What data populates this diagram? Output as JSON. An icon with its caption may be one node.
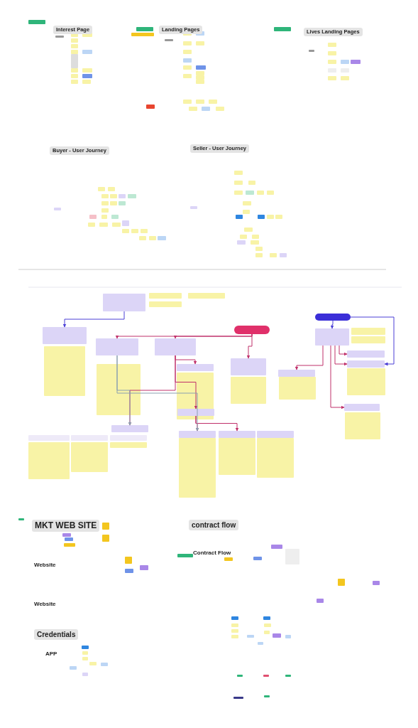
{
  "diagram": {
    "nodes": [
      {
        "text": [
          "Interest Page"
        ]
      },
      {
        "text": [
          "Landing Pages"
        ]
      },
      {
        "text": [
          "Lives Landing Pages"
        ]
      },
      {
        "text": [
          "Buyer - User Journey"
        ]
      },
      {
        "text": [
          "Seller - User Journey"
        ]
      },
      {
        "text": [],
        "shape": "box"
      },
      {
        "text": [],
        "shape": "box"
      },
      {
        "text": [],
        "shape": "box"
      },
      {
        "text": [],
        "shape": "box"
      },
      {
        "text": [],
        "shape": "box"
      },
      {
        "text": [],
        "shape": "box"
      },
      {
        "text": [],
        "shape": "box"
      },
      {
        "text": [],
        "shape": "box"
      },
      {
        "text": [],
        "shape": "box"
      },
      {
        "text": [],
        "shape": "box"
      },
      {
        "text": [],
        "shape": "box"
      },
      {
        "text": [],
        "shape": "box"
      },
      {
        "text": [],
        "shape": "box"
      },
      {
        "text": [],
        "shape": "box"
      },
      {
        "text": [],
        "shape": "box"
      },
      {
        "text": [],
        "shape": "box"
      },
      {
        "text": [],
        "shape": "box"
      },
      {
        "text": [],
        "shape": "box"
      },
      {
        "text": [
          "MKT WEB SITE"
        ]
      },
      {
        "text": [
          "contract flow"
        ]
      },
      {
        "text": [
          "Credentials"
        ]
      }
    ],
    "edges": [
      {
        "from": 5,
        "to": 8,
        "arrow": "to",
        "color": "#4b3fd6"
      },
      {
        "from": 7,
        "to": 12,
        "arrow": "to",
        "color": "#4b3fd6"
      },
      {
        "from": 7,
        "to": 14,
        "arrow": "to",
        "color": "#4b3fd6"
      },
      {
        "from": 6,
        "to": 9,
        "arrow": "to"
      },
      {
        "from": 6,
        "to": 10,
        "arrow": "to"
      },
      {
        "from": 6,
        "to": 15,
        "arrow": "to"
      },
      {
        "from": 12,
        "to": 16,
        "arrow": "to"
      },
      {
        "from": 12,
        "to": 14,
        "arrow": "to"
      },
      {
        "from": 12,
        "to": 13,
        "arrow": "to"
      },
      {
        "from": 12,
        "to": 22,
        "arrow": "to"
      },
      {
        "from": 10,
        "to": 11,
        "arrow": "to"
      },
      {
        "from": 10,
        "to": 17,
        "arrow": "to"
      },
      {
        "from": 10,
        "to": 18,
        "arrow": "to"
      },
      {
        "from": 17,
        "to": 19,
        "arrow": "to"
      },
      {
        "from": 17,
        "to": 20,
        "arrow": "to"
      },
      {
        "from": 9,
        "to": 18,
        "arrow": "to",
        "color": "#8aa0b0"
      },
      {
        "from": 9,
        "to": 19,
        "arrow": "to",
        "color": "#8aa0b0"
      }
    ],
    "labels": [
      "Website",
      "Website",
      "APP",
      "Contract Flow"
    ]
  }
}
